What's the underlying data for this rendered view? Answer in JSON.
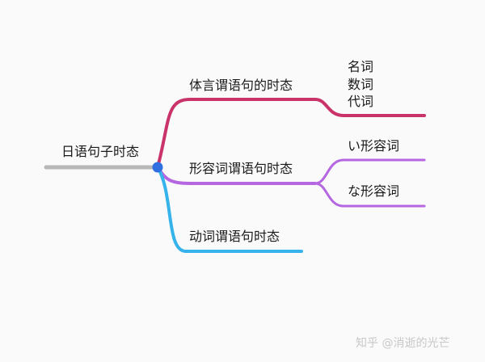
{
  "colors": {
    "root": "#b8b8b8",
    "node": "#2f6fe0",
    "branch1": "#c9336a",
    "branch2": "#b467e0",
    "branch3": "#35b3ea"
  },
  "root": {
    "label": "日语句子时态"
  },
  "branches": [
    {
      "label": "体言谓语句的时态",
      "children": [
        "名词",
        "数词",
        "代词"
      ]
    },
    {
      "label": "形容词谓语句时态",
      "children": [
        "い形容词",
        "な形容词"
      ]
    },
    {
      "label": "动词谓语句时态",
      "children": []
    }
  ],
  "watermark": "知乎 @消逝的光芒"
}
